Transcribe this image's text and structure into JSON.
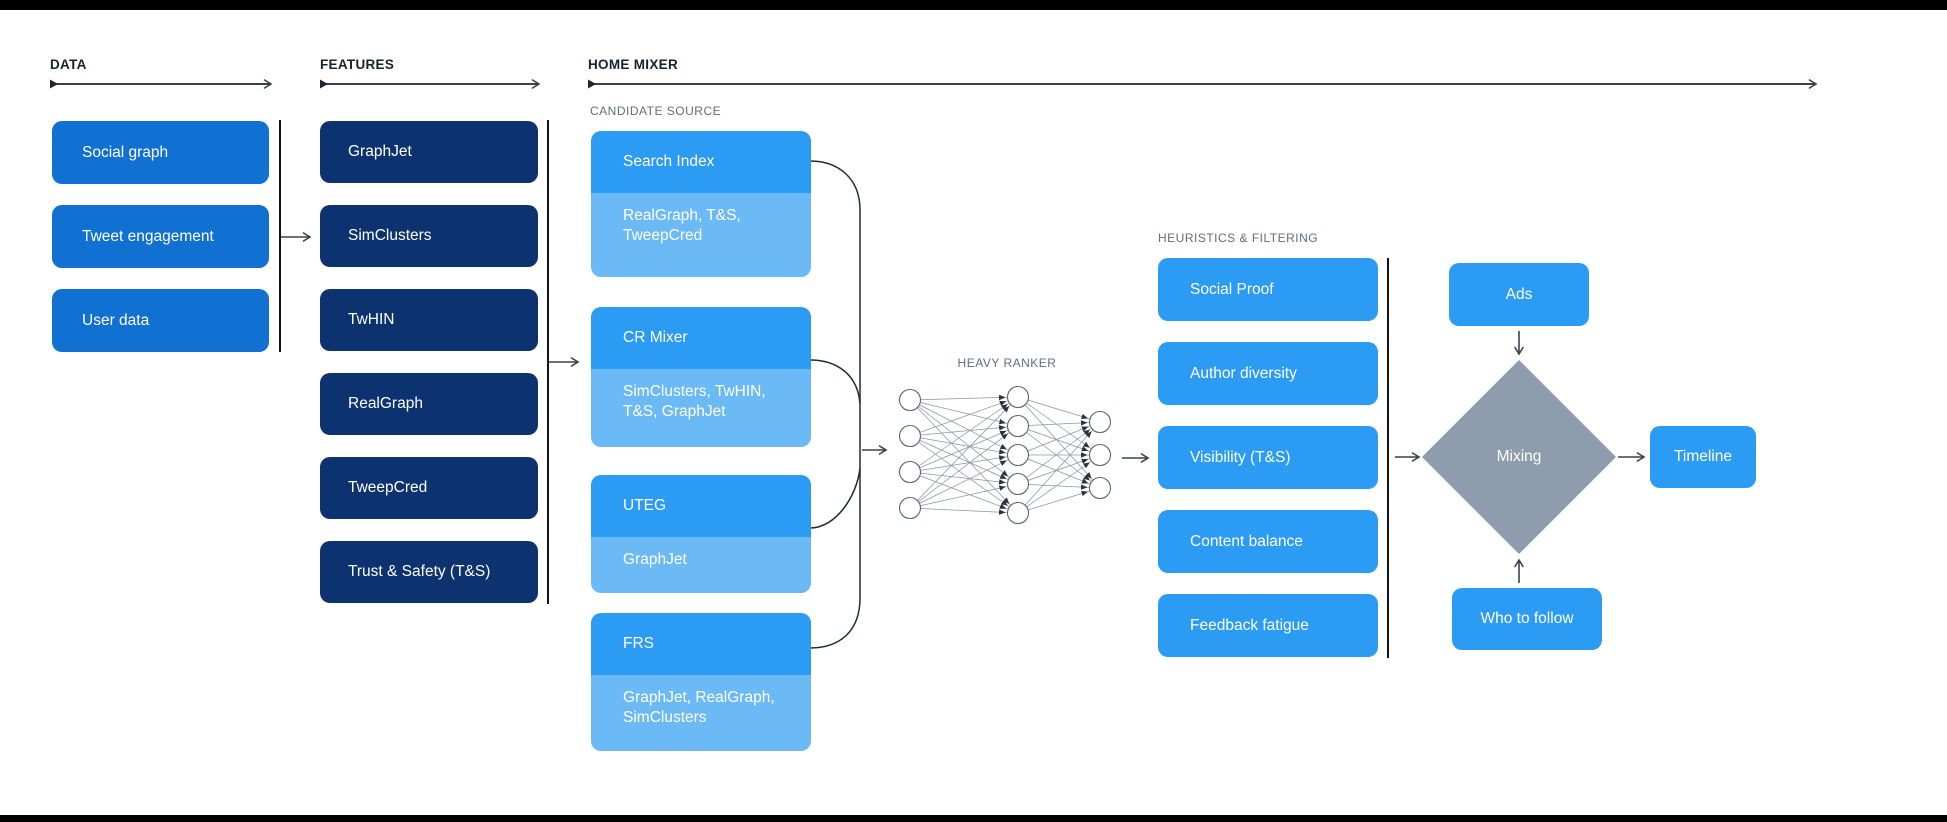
{
  "page": {
    "background": "#ffffff",
    "letterbox_color": "#000000"
  },
  "palette": {
    "data_box_blue": "#1171d2",
    "features_box_navy": "#0c336f",
    "azure_box": "#2b9bf3",
    "light_blue_sub": "#6cbaf5",
    "mixing_diamond_gray": "#8d9dad",
    "header_text": "#16222e",
    "subheader_text": "#5f6e7c",
    "arrow_line": "#39434d"
  },
  "sections": {
    "data": {
      "label": "DATA",
      "boxes": [
        "Social graph",
        "Tweet engagement",
        "User data"
      ]
    },
    "features": {
      "label": "FEATURES",
      "boxes": [
        "GraphJet",
        "SimClusters",
        "TwHIN",
        "RealGraph",
        "TweepCred",
        "Trust & Safety (T&S)"
      ]
    },
    "home_mixer": {
      "label": "HOME MIXER"
    },
    "candidate_source": {
      "label": "CANDIDATE SOURCE",
      "boxes": [
        {
          "title": "Search Index",
          "sub": "RealGraph, T&S, TweepCred"
        },
        {
          "title": "CR Mixer",
          "sub": "SimClusters, TwHIN, T&S, GraphJet"
        },
        {
          "title": "UTEG",
          "sub": "GraphJet"
        },
        {
          "title": "FRS",
          "sub": "GraphJet, RealGraph, SimClusters"
        }
      ]
    },
    "heavy_ranker": {
      "label": "HEAVY RANKER",
      "layers": [
        4,
        5,
        3
      ]
    },
    "heuristics": {
      "label": "HEURISTICS & FILTERING",
      "boxes": [
        "Social Proof",
        "Author diversity",
        "Visibility (T&S)",
        "Content balance",
        "Feedback fatigue"
      ]
    },
    "output": {
      "ads": "Ads",
      "mixing": "Mixing",
      "who_to_follow": "Who to follow",
      "timeline": "Timeline"
    }
  }
}
